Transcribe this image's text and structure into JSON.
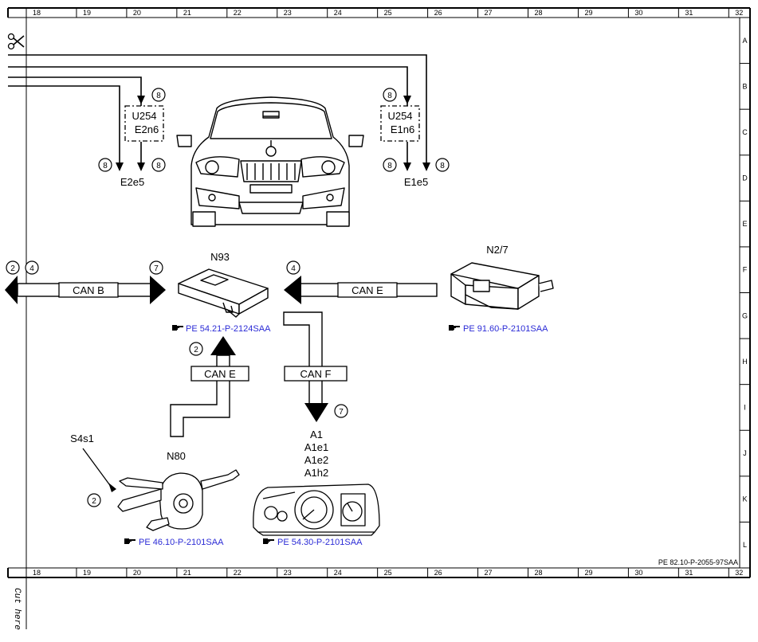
{
  "grid": {
    "columns": [
      "18",
      "19",
      "20",
      "21",
      "22",
      "23",
      "24",
      "25",
      "26",
      "27",
      "28",
      "29",
      "30",
      "31",
      "32"
    ],
    "rows": [
      "A",
      "B",
      "C",
      "D",
      "E",
      "F",
      "G",
      "H",
      "I",
      "J",
      "K",
      "L"
    ]
  },
  "footer_code": "PE 82.10-P-2055-97SAA",
  "cut_text": "Cut here",
  "labels": {
    "u254_left": "U254",
    "e2n6": "E2n6",
    "u254_right": "U254",
    "e1n6": "E1n6",
    "e2e5": "E2e5",
    "e1e5": "E1e5",
    "n93": "N93",
    "n27": "N2/7",
    "can_b": "CAN B",
    "can_e_top": "CAN E",
    "can_e_bottom": "CAN E",
    "can_f": "CAN F",
    "n80": "N80",
    "s4s1": "S4s1",
    "a1": "A1",
    "a1e1": "A1e1",
    "a1e2": "A1e2",
    "a1h2": "A1h2"
  },
  "callouts": {
    "c8_u254l": "8",
    "c8_e2e5a": "8",
    "c8_e2e5b": "8",
    "c8_u254r": "8",
    "c8_e1e5a": "8",
    "c8_e1e5b": "8",
    "c2_left": "2",
    "c4_left": "4",
    "c7_canb": "7",
    "c4_cane": "4",
    "c2_up": "2",
    "c7_canf": "7",
    "c2_s4s1": "2"
  },
  "references": {
    "n93": "PE 54.21-P-2124SAA",
    "n27": "PE 91.60-P-2101SAA",
    "n80": "PE 46.10-P-2101SAA",
    "a1": "PE 54.30-P-2101SAA"
  },
  "icons": [
    "scissors-icon",
    "reference-hand-icon",
    "car-front-icon",
    "module-n93-icon",
    "module-n27-icon",
    "switch-s4s1-icon",
    "instrument-cluster-icon"
  ]
}
